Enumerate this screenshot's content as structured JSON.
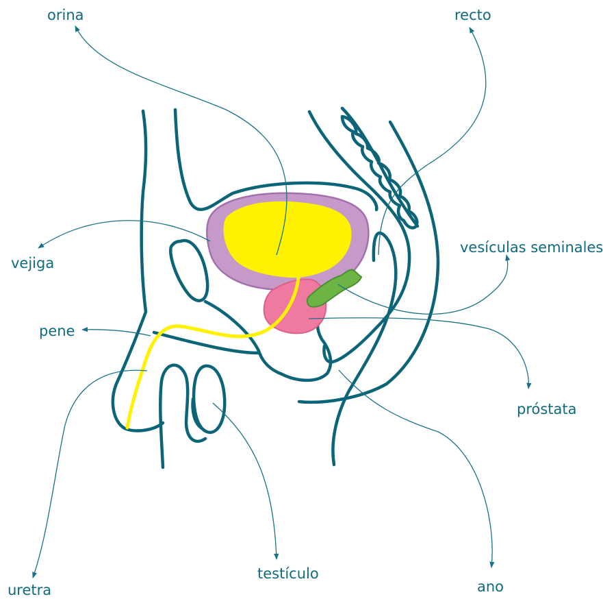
{
  "labels": {
    "orina": "orina",
    "recto": "recto",
    "vejiga": "vejiga",
    "vesiculas": "vesículas seminales",
    "pene": "pene",
    "prostata": "próstata",
    "uretra": "uretra",
    "testiculo": "testículo",
    "ano": "ano"
  },
  "colors": {
    "outline": "#0b6477",
    "label": "#0e6b80",
    "bladder_wall": "#c59ac8",
    "bladder_wall_stroke": "#a46fae",
    "urine": "#fff200",
    "prostate": "#ef7a9f",
    "seminal_vesicles": "#6cb545"
  }
}
